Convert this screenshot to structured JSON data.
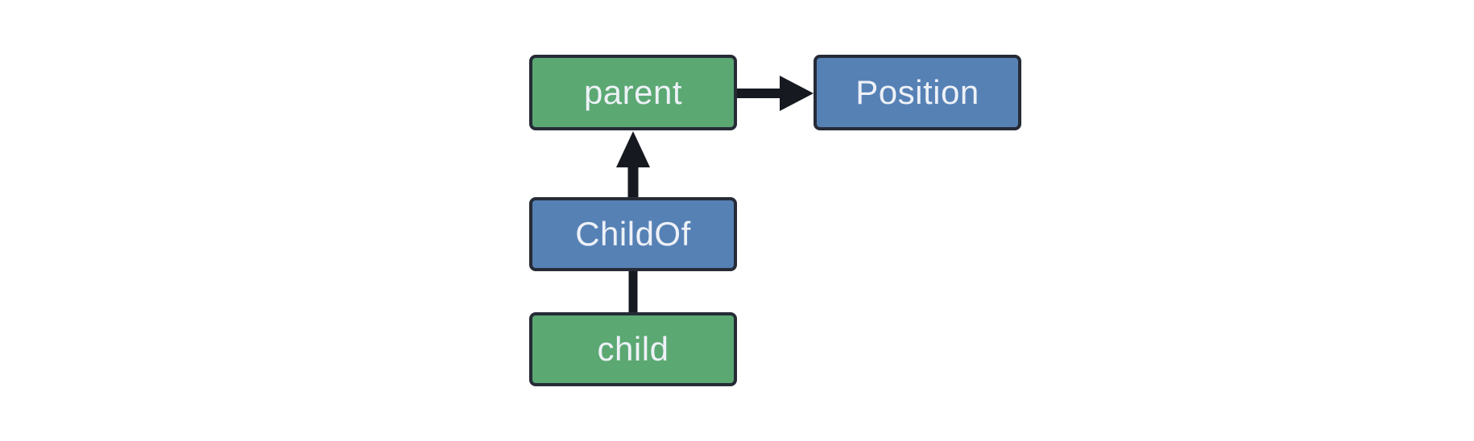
{
  "diagram": {
    "title": "entity-relationship diagram",
    "background_color": "#ffffff",
    "colors": {
      "entity_fill": "#5ba873",
      "component_fill": "#5681b5",
      "node_border": "#262b36",
      "arrow": "#16191f",
      "label_text": "#edf1f7"
    },
    "nodes": [
      {
        "id": "parent",
        "label": "parent",
        "type": "entity"
      },
      {
        "id": "position",
        "label": "Position",
        "type": "component"
      },
      {
        "id": "childof",
        "label": "ChildOf",
        "type": "component"
      },
      {
        "id": "child",
        "label": "child",
        "type": "entity"
      }
    ],
    "edges": [
      {
        "from": "parent",
        "to": "position",
        "style": "arrow",
        "direction": "right"
      },
      {
        "from": "childof",
        "to": "parent",
        "style": "arrow",
        "direction": "up"
      },
      {
        "from": "child",
        "to": "childof",
        "style": "line",
        "direction": "up"
      }
    ]
  }
}
